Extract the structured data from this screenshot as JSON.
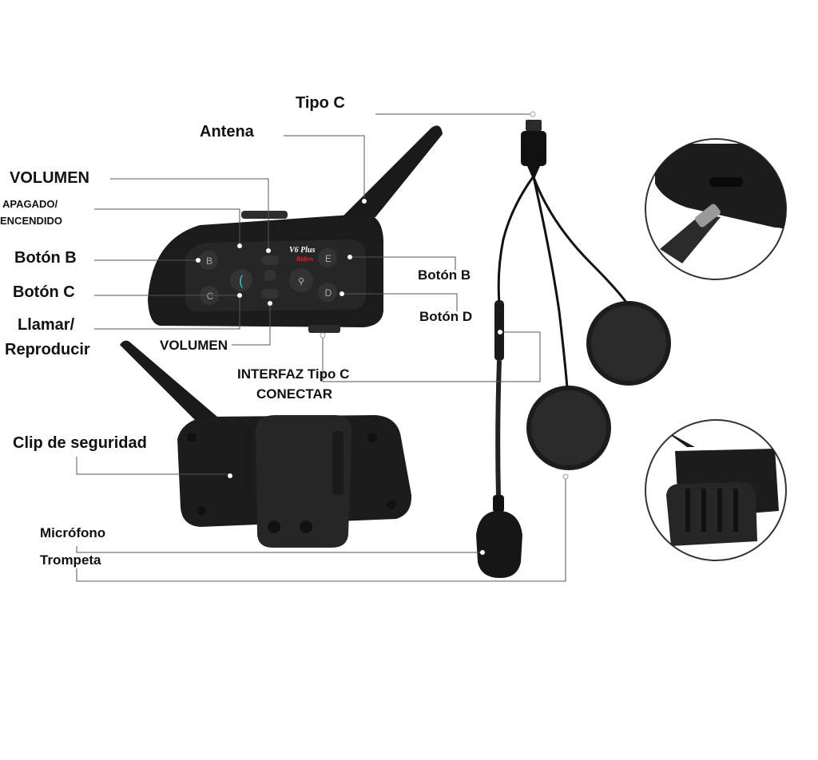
{
  "labels": {
    "tipo_c": "Tipo C",
    "antena": "Antena",
    "volumen_top": "VOLUMEN",
    "apagado": "APAGADO/",
    "encendido": "ENCENDIDO",
    "boton_b_left": "Botón B",
    "boton_c": "Botón C",
    "llamar": "Llamar/",
    "reproducir": "Reproducir",
    "volumen_bottom": "VOLUMEN",
    "boton_b_right": "Botón B",
    "boton_d": "Botón D",
    "interfaz": "INTERFAZ Tipo C",
    "conectar": "CONECTAR",
    "clip": "Clip de seguridad",
    "microfono": "Micrófono",
    "trompeta": "Trompeta"
  },
  "device": {
    "model": "V6 Plus",
    "brand": "Riders",
    "keys": {
      "b": "B",
      "c": "C",
      "d": "D",
      "e": "E"
    }
  },
  "colors": {
    "device_body": "#1b1b1b",
    "device_face": "#2a2a2a",
    "leader_line": "#555555",
    "call_icon": "#3fb6c8",
    "model_text": "#ffffff",
    "brand_text": "#e02020"
  }
}
